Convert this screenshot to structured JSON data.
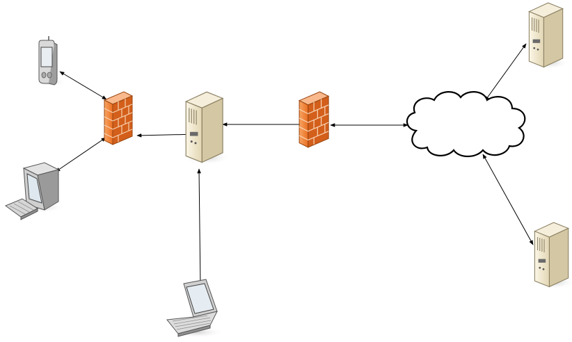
{
  "diagram": {
    "nodes": [
      {
        "id": "pda",
        "kind": "pda-icon"
      },
      {
        "id": "desktop",
        "kind": "desktop-computer-icon"
      },
      {
        "id": "firewall-left",
        "kind": "firewall-icon"
      },
      {
        "id": "server-center",
        "kind": "server-icon"
      },
      {
        "id": "firewall-right",
        "kind": "firewall-icon"
      },
      {
        "id": "cloud",
        "kind": "internet-cloud-icon"
      },
      {
        "id": "server-top-right",
        "kind": "server-icon"
      },
      {
        "id": "server-bottom-right",
        "kind": "server-icon"
      },
      {
        "id": "laptop",
        "kind": "laptop-icon"
      }
    ],
    "links": [
      {
        "from": "pda",
        "to": "firewall-left",
        "arrows": "both"
      },
      {
        "from": "desktop",
        "to": "firewall-left",
        "arrows": "both"
      },
      {
        "from": "server-center",
        "to": "firewall-left",
        "arrows": "both"
      },
      {
        "from": "server-center",
        "to": "firewall-right",
        "arrows": "both"
      },
      {
        "from": "firewall-right",
        "to": "cloud",
        "arrows": "both"
      },
      {
        "from": "cloud",
        "to": "server-top-right",
        "arrows": "both"
      },
      {
        "from": "cloud",
        "to": "server-bottom-right",
        "arrows": "both"
      },
      {
        "from": "laptop",
        "to": "server-center",
        "arrows": "both"
      }
    ],
    "colors": {
      "firewall": "#f07a2e",
      "firewall_dark": "#c9581c",
      "server": "#efe6cf",
      "server_dark": "#d3c6a2",
      "line": "#000000"
    }
  }
}
